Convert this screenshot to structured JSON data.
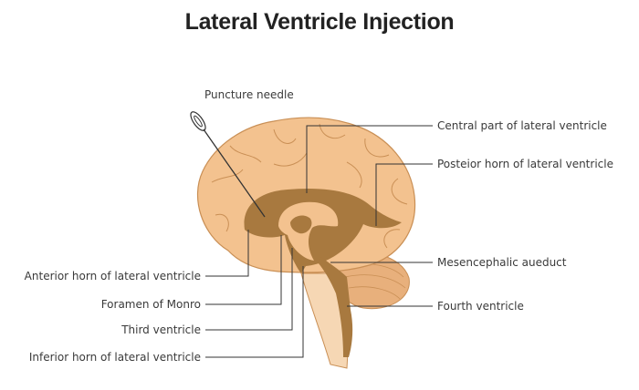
{
  "title": "Lateral Ventricle Injection",
  "labels": {
    "puncture_needle": "Puncture needle",
    "central_part": "Central part of lateral ventricle",
    "posterior_horn": "Posteior horn of lateral ventricle",
    "mesencephalic_aqueduct": "Mesencephalic aueduct",
    "fourth_ventricle": "Fourth ventricle",
    "anterior_horn": "Anterior horn of lateral ventricle",
    "foramen_monro": "Foramen of Monro",
    "third_ventricle": "Third ventricle",
    "inferior_horn": "Inferior horn of lateral ventricle"
  },
  "colors": {
    "brain": "#f3c28f",
    "brain_outline": "#c98f55",
    "ventricle": "#a8793f",
    "stem": "#f6d7b4",
    "cerebellum": "#e8b07c",
    "leader_line": "#333333"
  }
}
